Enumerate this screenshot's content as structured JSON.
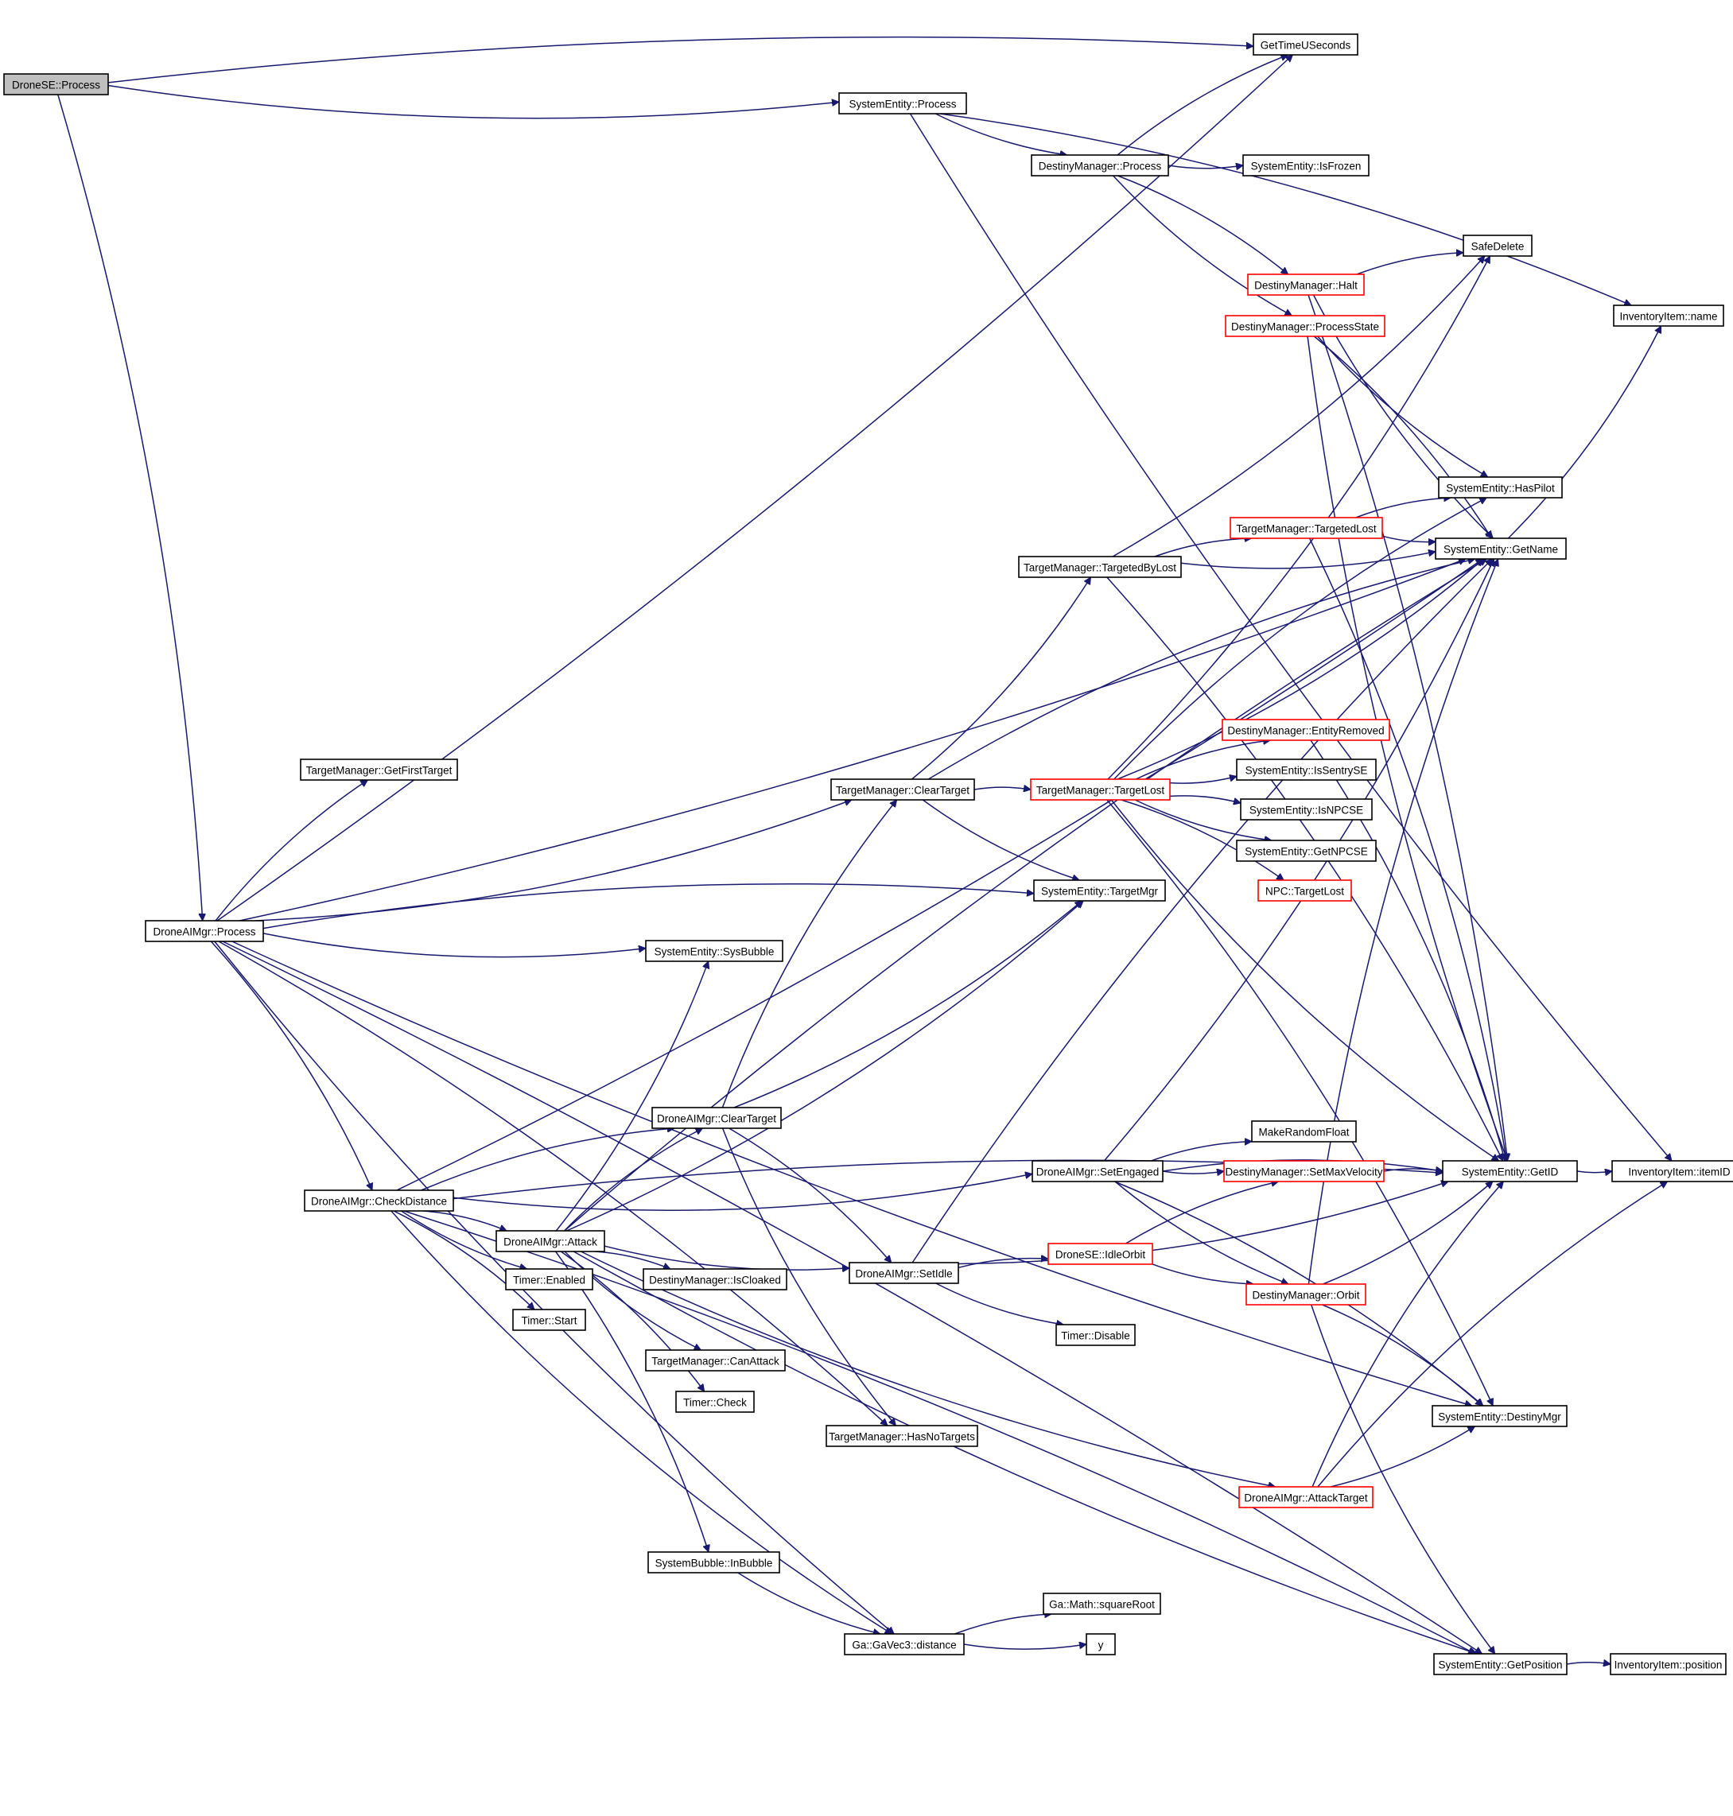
{
  "title": "DroneSE::Process call graph",
  "colors": {
    "edge": "#191970",
    "root_fill": "#bfbfbf",
    "incomplete_border": "#ff0000",
    "node_border": "#000000"
  },
  "nodes": [
    {
      "id": "n0",
      "label": "DroneSE::Process",
      "style": "root"
    },
    {
      "id": "n1",
      "label": "GetTimeUSeconds",
      "style": "normal"
    },
    {
      "id": "n2",
      "label": "SystemEntity::Process",
      "style": "normal"
    },
    {
      "id": "n3",
      "label": "DestinyManager::Process",
      "style": "normal"
    },
    {
      "id": "n4",
      "label": "SystemEntity::IsFrozen",
      "style": "normal"
    },
    {
      "id": "n5",
      "label": "SafeDelete",
      "style": "normal"
    },
    {
      "id": "n6",
      "label": "DestinyManager::Halt",
      "style": "red"
    },
    {
      "id": "n7",
      "label": "DestinyManager::ProcessState",
      "style": "red"
    },
    {
      "id": "n8",
      "label": "InventoryItem::name",
      "style": "normal"
    },
    {
      "id": "n9",
      "label": "SystemEntity::HasPilot",
      "style": "normal"
    },
    {
      "id": "n10",
      "label": "TargetManager::TargetedLost",
      "style": "red"
    },
    {
      "id": "n11",
      "label": "SystemEntity::GetName",
      "style": "normal"
    },
    {
      "id": "n12",
      "label": "TargetManager::TargetedByLost",
      "style": "normal"
    },
    {
      "id": "n13",
      "label": "DestinyManager::EntityRemoved",
      "style": "red"
    },
    {
      "id": "n14",
      "label": "TargetManager::GetFirstTarget",
      "style": "normal"
    },
    {
      "id": "n15",
      "label": "TargetManager::ClearTarget",
      "style": "normal"
    },
    {
      "id": "n16",
      "label": "TargetManager::TargetLost",
      "style": "red"
    },
    {
      "id": "n17",
      "label": "SystemEntity::IsSentrySE",
      "style": "normal"
    },
    {
      "id": "n18",
      "label": "SystemEntity::IsNPCSE",
      "style": "normal"
    },
    {
      "id": "n19",
      "label": "SystemEntity::GetNPCSE",
      "style": "normal"
    },
    {
      "id": "n20",
      "label": "NPC::TargetLost",
      "style": "red"
    },
    {
      "id": "n21",
      "label": "SystemEntity::TargetMgr",
      "style": "normal"
    },
    {
      "id": "n22",
      "label": "DroneAIMgr::Process",
      "style": "normal"
    },
    {
      "id": "n23",
      "label": "SystemEntity::SysBubble",
      "style": "normal"
    },
    {
      "id": "n24",
      "label": "DroneAIMgr::ClearTarget",
      "style": "normal"
    },
    {
      "id": "n25",
      "label": "MakeRandomFloat",
      "style": "normal"
    },
    {
      "id": "n26",
      "label": "DroneAIMgr::SetEngaged",
      "style": "normal"
    },
    {
      "id": "n27",
      "label": "DestinyManager::SetMaxVelocity",
      "style": "red"
    },
    {
      "id": "n28",
      "label": "SystemEntity::GetID",
      "style": "normal"
    },
    {
      "id": "n29",
      "label": "InventoryItem::itemID",
      "style": "normal"
    },
    {
      "id": "n30",
      "label": "DroneAIMgr::CheckDistance",
      "style": "normal"
    },
    {
      "id": "n31",
      "label": "DroneAIMgr::Attack",
      "style": "normal"
    },
    {
      "id": "n32",
      "label": "Timer::Enabled",
      "style": "normal"
    },
    {
      "id": "n33",
      "label": "DestinyManager::IsCloaked",
      "style": "normal"
    },
    {
      "id": "n34",
      "label": "DroneAIMgr::SetIdle",
      "style": "normal"
    },
    {
      "id": "n35",
      "label": "DroneSE::IdleOrbit",
      "style": "red"
    },
    {
      "id": "n36",
      "label": "DestinyManager::Orbit",
      "style": "red"
    },
    {
      "id": "n37",
      "label": "Timer::Start",
      "style": "normal"
    },
    {
      "id": "n38",
      "label": "Timer::Disable",
      "style": "normal"
    },
    {
      "id": "n39",
      "label": "TargetManager::CanAttack",
      "style": "normal"
    },
    {
      "id": "n40",
      "label": "Timer::Check",
      "style": "normal"
    },
    {
      "id": "n41",
      "label": "SystemEntity::DestinyMgr",
      "style": "normal"
    },
    {
      "id": "n42",
      "label": "TargetManager::HasNoTargets",
      "style": "normal"
    },
    {
      "id": "n43",
      "label": "DroneAIMgr::AttackTarget",
      "style": "red"
    },
    {
      "id": "n44",
      "label": "SystemBubble::InBubble",
      "style": "normal"
    },
    {
      "id": "n45",
      "label": "Ga::Math::squareRoot",
      "style": "normal"
    },
    {
      "id": "n46",
      "label": "Ga::GaVec3::distance",
      "style": "normal"
    },
    {
      "id": "n47",
      "label": "y",
      "style": "normal"
    },
    {
      "id": "n48",
      "label": "SystemEntity::GetPosition",
      "style": "normal"
    },
    {
      "id": "n49",
      "label": "InventoryItem::position",
      "style": "normal"
    }
  ],
  "edges": [
    [
      "n0",
      "n1"
    ],
    [
      "n0",
      "n2"
    ],
    [
      "n0",
      "n22"
    ],
    [
      "n2",
      "n3"
    ],
    [
      "n2",
      "n8"
    ],
    [
      "n2",
      "n29"
    ],
    [
      "n3",
      "n1"
    ],
    [
      "n3",
      "n4"
    ],
    [
      "n3",
      "n6"
    ],
    [
      "n3",
      "n7"
    ],
    [
      "n6",
      "n5"
    ],
    [
      "n6",
      "n11"
    ],
    [
      "n6",
      "n28"
    ],
    [
      "n7",
      "n9"
    ],
    [
      "n7",
      "n11"
    ],
    [
      "n7",
      "n28"
    ],
    [
      "n10",
      "n9"
    ],
    [
      "n10",
      "n11"
    ],
    [
      "n10",
      "n28"
    ],
    [
      "n12",
      "n5"
    ],
    [
      "n12",
      "n10"
    ],
    [
      "n12",
      "n11"
    ],
    [
      "n12",
      "n28"
    ],
    [
      "n11",
      "n8"
    ],
    [
      "n13",
      "n28"
    ],
    [
      "n15",
      "n12"
    ],
    [
      "n15",
      "n16"
    ],
    [
      "n15",
      "n21"
    ],
    [
      "n15",
      "n11"
    ],
    [
      "n16",
      "n5"
    ],
    [
      "n16",
      "n9"
    ],
    [
      "n16",
      "n11"
    ],
    [
      "n16",
      "n13"
    ],
    [
      "n16",
      "n17"
    ],
    [
      "n16",
      "n18"
    ],
    [
      "n16",
      "n19"
    ],
    [
      "n16",
      "n20"
    ],
    [
      "n16",
      "n28"
    ],
    [
      "n16",
      "n41"
    ],
    [
      "n22",
      "n1"
    ],
    [
      "n22",
      "n14"
    ],
    [
      "n22",
      "n15"
    ],
    [
      "n22",
      "n21"
    ],
    [
      "n22",
      "n23"
    ],
    [
      "n22",
      "n30"
    ],
    [
      "n22",
      "n11"
    ],
    [
      "n22",
      "n42"
    ],
    [
      "n22",
      "n46"
    ],
    [
      "n22",
      "n48"
    ],
    [
      "n22",
      "n41"
    ],
    [
      "n24",
      "n15"
    ],
    [
      "n24",
      "n21"
    ],
    [
      "n24",
      "n34"
    ],
    [
      "n24",
      "n42"
    ],
    [
      "n26",
      "n25"
    ],
    [
      "n26",
      "n27"
    ],
    [
      "n26",
      "n28"
    ],
    [
      "n26",
      "n36"
    ],
    [
      "n26",
      "n41"
    ],
    [
      "n26",
      "n11"
    ],
    [
      "n27",
      "n28"
    ],
    [
      "n28",
      "n29"
    ],
    [
      "n30",
      "n24"
    ],
    [
      "n30",
      "n26"
    ],
    [
      "n30",
      "n31"
    ],
    [
      "n30",
      "n32"
    ],
    [
      "n30",
      "n37"
    ],
    [
      "n30",
      "n11"
    ],
    [
      "n30",
      "n28"
    ],
    [
      "n30",
      "n46"
    ],
    [
      "n30",
      "n48"
    ],
    [
      "n31",
      "n23"
    ],
    [
      "n31",
      "n24"
    ],
    [
      "n31",
      "n21"
    ],
    [
      "n31",
      "n33"
    ],
    [
      "n31",
      "n39"
    ],
    [
      "n31",
      "n40"
    ],
    [
      "n31",
      "n43"
    ],
    [
      "n31",
      "n44"
    ],
    [
      "n31",
      "n34"
    ],
    [
      "n31",
      "n11"
    ],
    [
      "n31",
      "n48"
    ],
    [
      "n34",
      "n35"
    ],
    [
      "n34",
      "n38"
    ],
    [
      "n34",
      "n11"
    ],
    [
      "n34",
      "n28"
    ],
    [
      "n35",
      "n27"
    ],
    [
      "n35",
      "n36"
    ],
    [
      "n36",
      "n11"
    ],
    [
      "n36",
      "n28"
    ],
    [
      "n36",
      "n41"
    ],
    [
      "n36",
      "n48"
    ],
    [
      "n43",
      "n28"
    ],
    [
      "n43",
      "n41"
    ],
    [
      "n43",
      "n29"
    ],
    [
      "n44",
      "n46"
    ],
    [
      "n46",
      "n45"
    ],
    [
      "n46",
      "n47"
    ],
    [
      "n48",
      "n49"
    ]
  ]
}
